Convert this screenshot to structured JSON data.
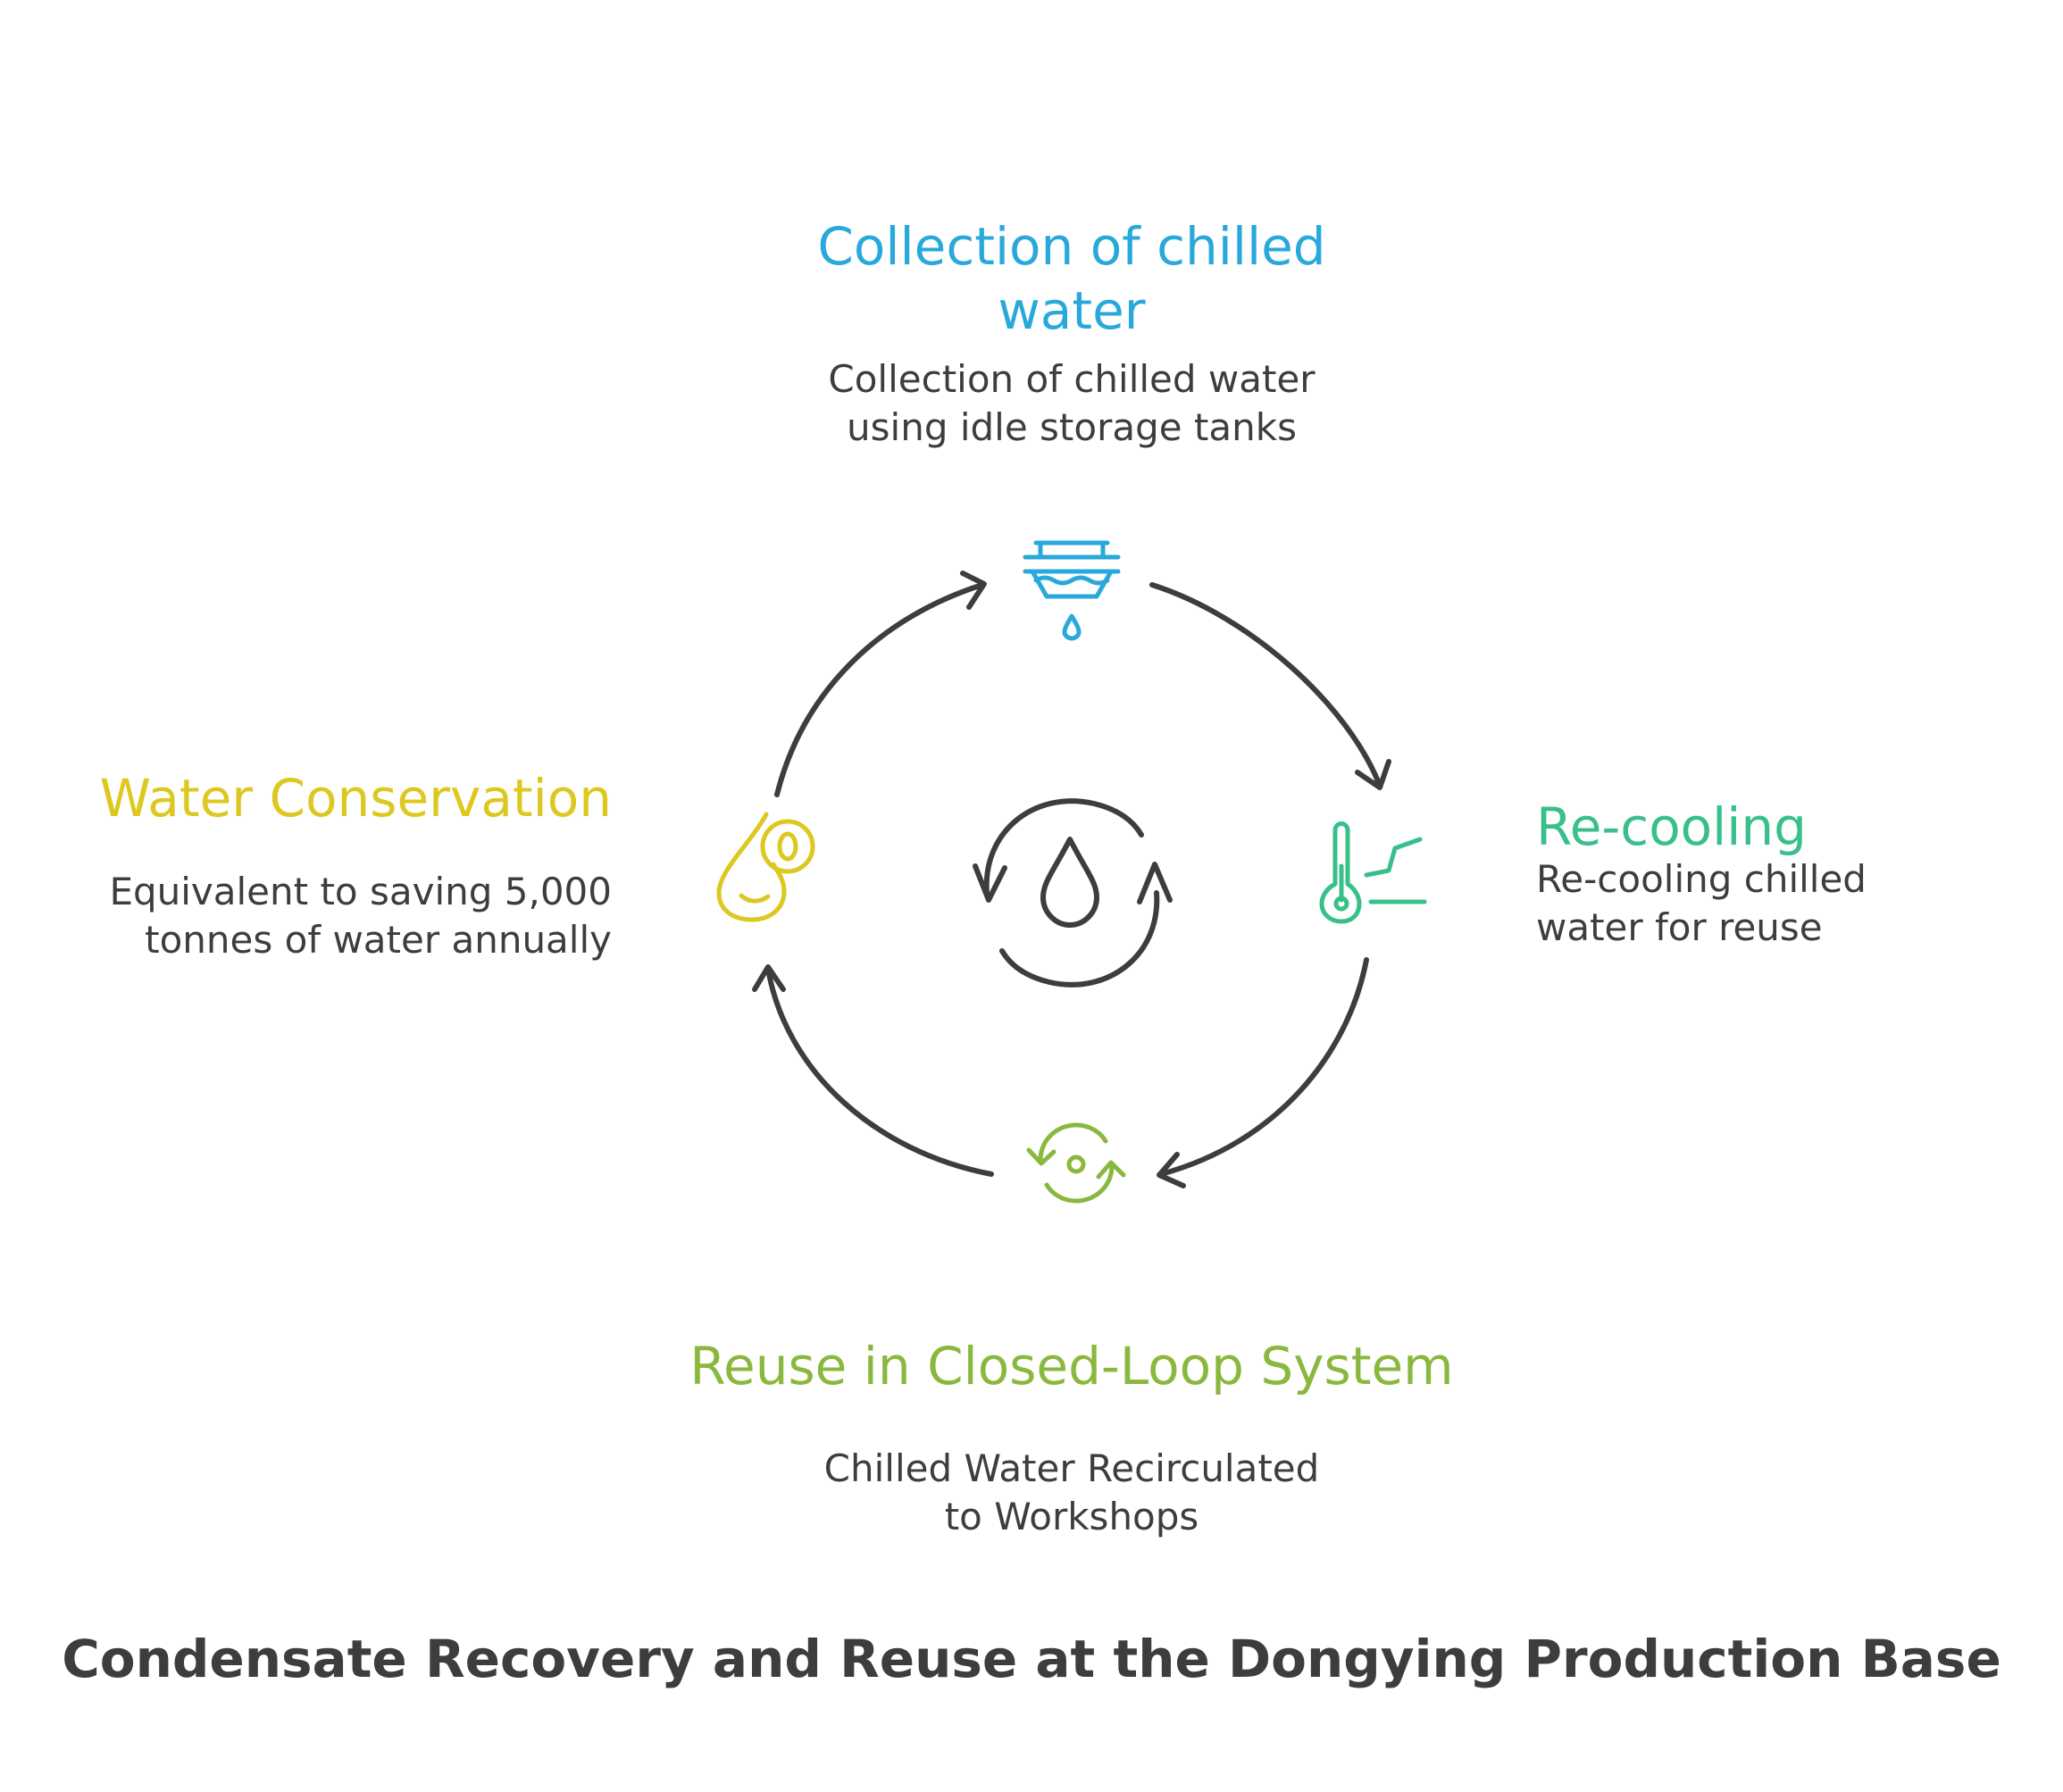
{
  "title": "Condensate Recovery and Reuse at the Dongying Production Base",
  "colors": {
    "collection": "#29a8db",
    "recooling": "#37c08a",
    "reuse": "#8ab83e",
    "conservation": "#dcc81f",
    "arrows": "#3d3d3d",
    "text": "#3d3d3d"
  },
  "steps": {
    "collection": {
      "heading": "Collection of chilled\nwater",
      "description": "Collection of chilled water\nusing idle storage tanks",
      "icon": "water-tank-icon"
    },
    "recooling": {
      "heading": "Re-cooling",
      "description": "Re-cooling chilled\nwater for reuse",
      "icon": "thermometer-icon"
    },
    "reuse": {
      "heading": "Reuse in Closed-Loop System",
      "description": "Chilled Water Recirculated\nto Workshops",
      "icon": "recycle-icon"
    },
    "conservation": {
      "heading": "Water Conservation",
      "description": "Equivalent to saving 5,000\ntonnes of water annually",
      "icon": "water-drop-coin-icon"
    }
  },
  "center_icon": "water-cycle-icon"
}
